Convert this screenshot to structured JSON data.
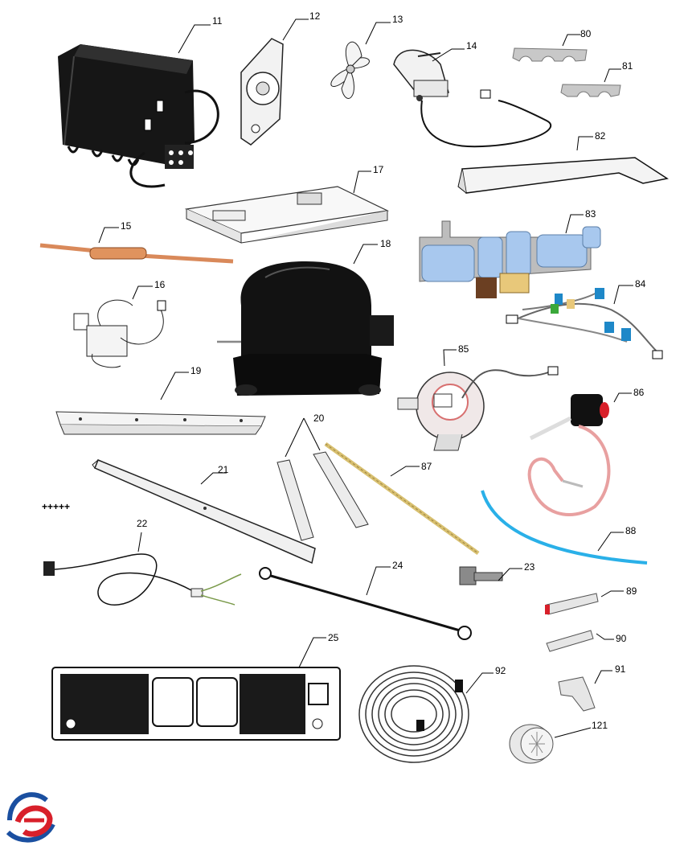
{
  "parts": {
    "p11": "11",
    "p12": "12",
    "p13": "13",
    "p14": "14",
    "p15": "15",
    "p16": "16",
    "p17": "17",
    "p18": "18",
    "p19": "19",
    "p20": "20",
    "p21": "21",
    "p22": "22",
    "p23": "23",
    "p24": "24",
    "p25": "25",
    "p80": "80",
    "p81": "81",
    "p82": "82",
    "p83": "83",
    "p84": "84",
    "p85": "85",
    "p86": "86",
    "p87": "87",
    "p88": "88",
    "p89": "89",
    "p90": "90",
    "p91": "91",
    "p92": "92",
    "p121": "121"
  },
  "marker": "+++++",
  "colors": {
    "black_part": "#111111",
    "gray_part": "#c8c8c8",
    "copper": "#d9895a",
    "valve_blue": "#a8c8ee",
    "hose_pink": "#e8a0a0",
    "tube_blue": "#2ab0e8",
    "rod_gold": "#d8c070",
    "logo_red": "#d8202a",
    "logo_blue": "#1a4fa0"
  }
}
